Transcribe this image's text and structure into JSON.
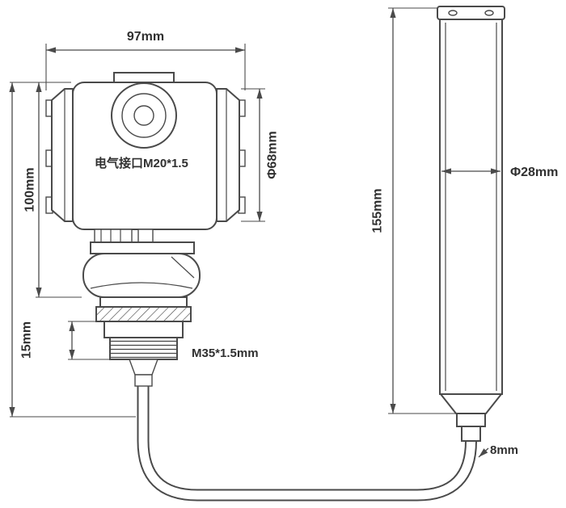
{
  "colors": {
    "line": "#4a4a4a",
    "text": "#303030",
    "background": "#ffffff"
  },
  "labels": {
    "top_width": "97mm",
    "head_height": "100mm",
    "thread_height": "15mm",
    "electrical_port": "电气接口M20*1.5",
    "head_diameter": "Φ68mm",
    "probe_length": "155mm",
    "probe_diameter": "Φ28mm",
    "thread_spec": "M35*1.5mm",
    "cable_diameter": "8mm"
  }
}
